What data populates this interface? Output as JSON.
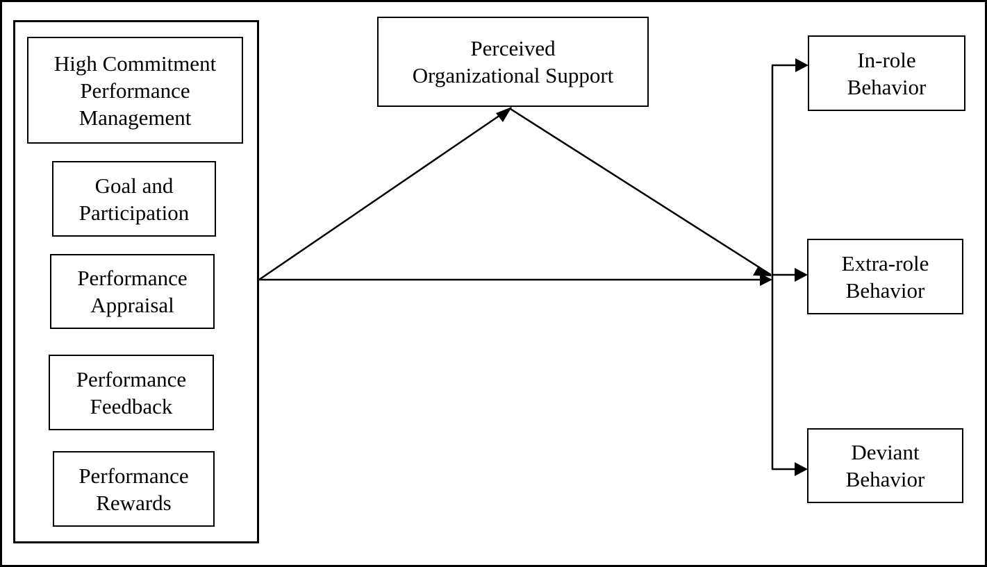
{
  "diagram": {
    "frame_color": "#000000",
    "background_color": "#ffffff",
    "nodes": {
      "hcpm": {
        "lines": [
          "High Commitment",
          "Performance",
          "Management"
        ]
      },
      "goal_participation": {
        "lines": [
          "Goal and",
          "Participation"
        ]
      },
      "performance_appraisal": {
        "lines": [
          "Performance",
          "Appraisal"
        ]
      },
      "performance_feedback": {
        "lines": [
          "Performance",
          "Feedback"
        ]
      },
      "performance_rewards": {
        "lines": [
          "Performance",
          "Rewards"
        ]
      },
      "pos": {
        "lines": [
          "Perceived",
          "Organizational Support"
        ]
      },
      "in_role": {
        "lines": [
          "In-role",
          "Behavior"
        ]
      },
      "extra_role": {
        "lines": [
          "Extra-role",
          "Behavior"
        ]
      },
      "deviant": {
        "lines": [
          "Deviant",
          "Behavior"
        ]
      }
    },
    "edges": [
      {
        "from": "hcpm",
        "to": "pos"
      },
      {
        "from": "pos",
        "to": "outcomes"
      },
      {
        "from": "hcpm",
        "to": "outcomes"
      },
      {
        "from": "outcomes",
        "to": "in_role"
      },
      {
        "from": "outcomes",
        "to": "extra_role"
      },
      {
        "from": "outcomes",
        "to": "deviant"
      }
    ]
  }
}
